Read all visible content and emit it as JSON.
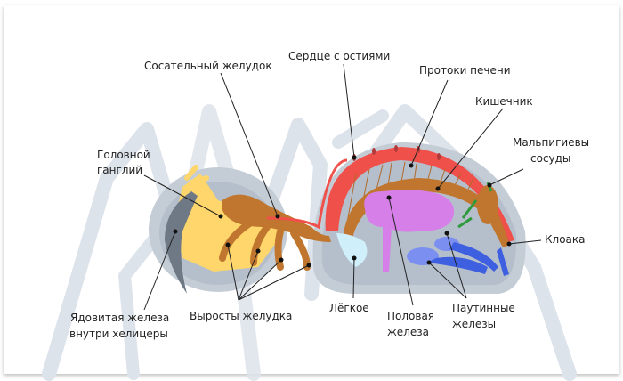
{
  "labels": {
    "sucking_stomach": "Сосательный желудок",
    "heart": "Сердце с остиями",
    "liver_ducts": "Протоки печени",
    "intestine": "Кишечник",
    "malpighian_1": "Мальпигиевы",
    "malpighian_2": "сосуды",
    "cloaca": "Клоака",
    "ganglion_1": "Головной",
    "ganglion_2": "ганглий",
    "venom_1": "Ядовитая железа",
    "venom_2": "внутри хелицеры",
    "stomach_outgrowths": "Выросты желудка",
    "lung": "Лёгкое",
    "gonad_1": "Половая",
    "gonad_2": "железа",
    "silk_1": "Паутинные",
    "silk_2": "железы"
  },
  "colors": {
    "legs": "#dde3ea",
    "body": "#b9c3ce",
    "heart": "#f0504a",
    "stomach": "#c0762e",
    "ganglion": "#ffd66b",
    "gonad": "#d77fe8",
    "lung": "#cfeffa",
    "silk": "#3d5fe0",
    "malpighian": "#2e9a3c"
  }
}
